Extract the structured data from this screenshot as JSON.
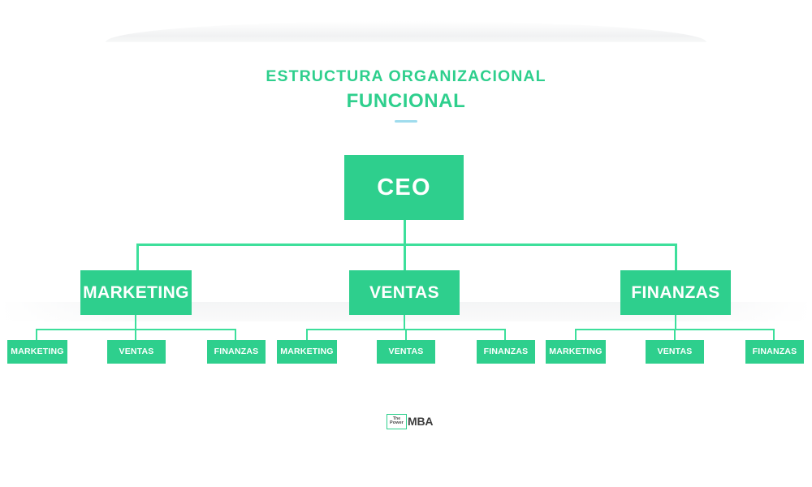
{
  "page": {
    "background": "#ffffff",
    "accent_green": "#2ecf8d",
    "line_green": "#3ddf9b",
    "divider_color": "#9fdced",
    "text_on_node": "#ffffff"
  },
  "header": {
    "title_line1": "ESTRUCTURA ORGANIZACIONAL",
    "title_line2": "FUNCIONAL",
    "divider": "divider-rule"
  },
  "chart_data": {
    "type": "diagram",
    "subtype": "organizational-chart",
    "title": "ESTRUCTURA ORGANIZACIONAL FUNCIONAL",
    "levels": 3,
    "root": {
      "label": "CEO",
      "level": 1
    },
    "departments": [
      {
        "label": "MARKETING",
        "level": 2,
        "children": [
          {
            "label": "MARKETING",
            "level": 3
          },
          {
            "label": "VENTAS",
            "level": 3
          },
          {
            "label": "FINANZAS",
            "level": 3
          }
        ]
      },
      {
        "label": "VENTAS",
        "level": 2,
        "children": [
          {
            "label": "MARKETING",
            "level": 3
          },
          {
            "label": "VENTAS",
            "level": 3
          },
          {
            "label": "FINANZAS",
            "level": 3
          }
        ]
      },
      {
        "label": "FINANZAS",
        "level": 2,
        "children": [
          {
            "label": "MARKETING",
            "level": 3
          },
          {
            "label": "VENTAS",
            "level": 3
          },
          {
            "label": "FINANZAS",
            "level": 3
          }
        ]
      }
    ]
  },
  "logo": {
    "mark_line1": "The",
    "mark_line2": "Power",
    "text": "MBA"
  }
}
